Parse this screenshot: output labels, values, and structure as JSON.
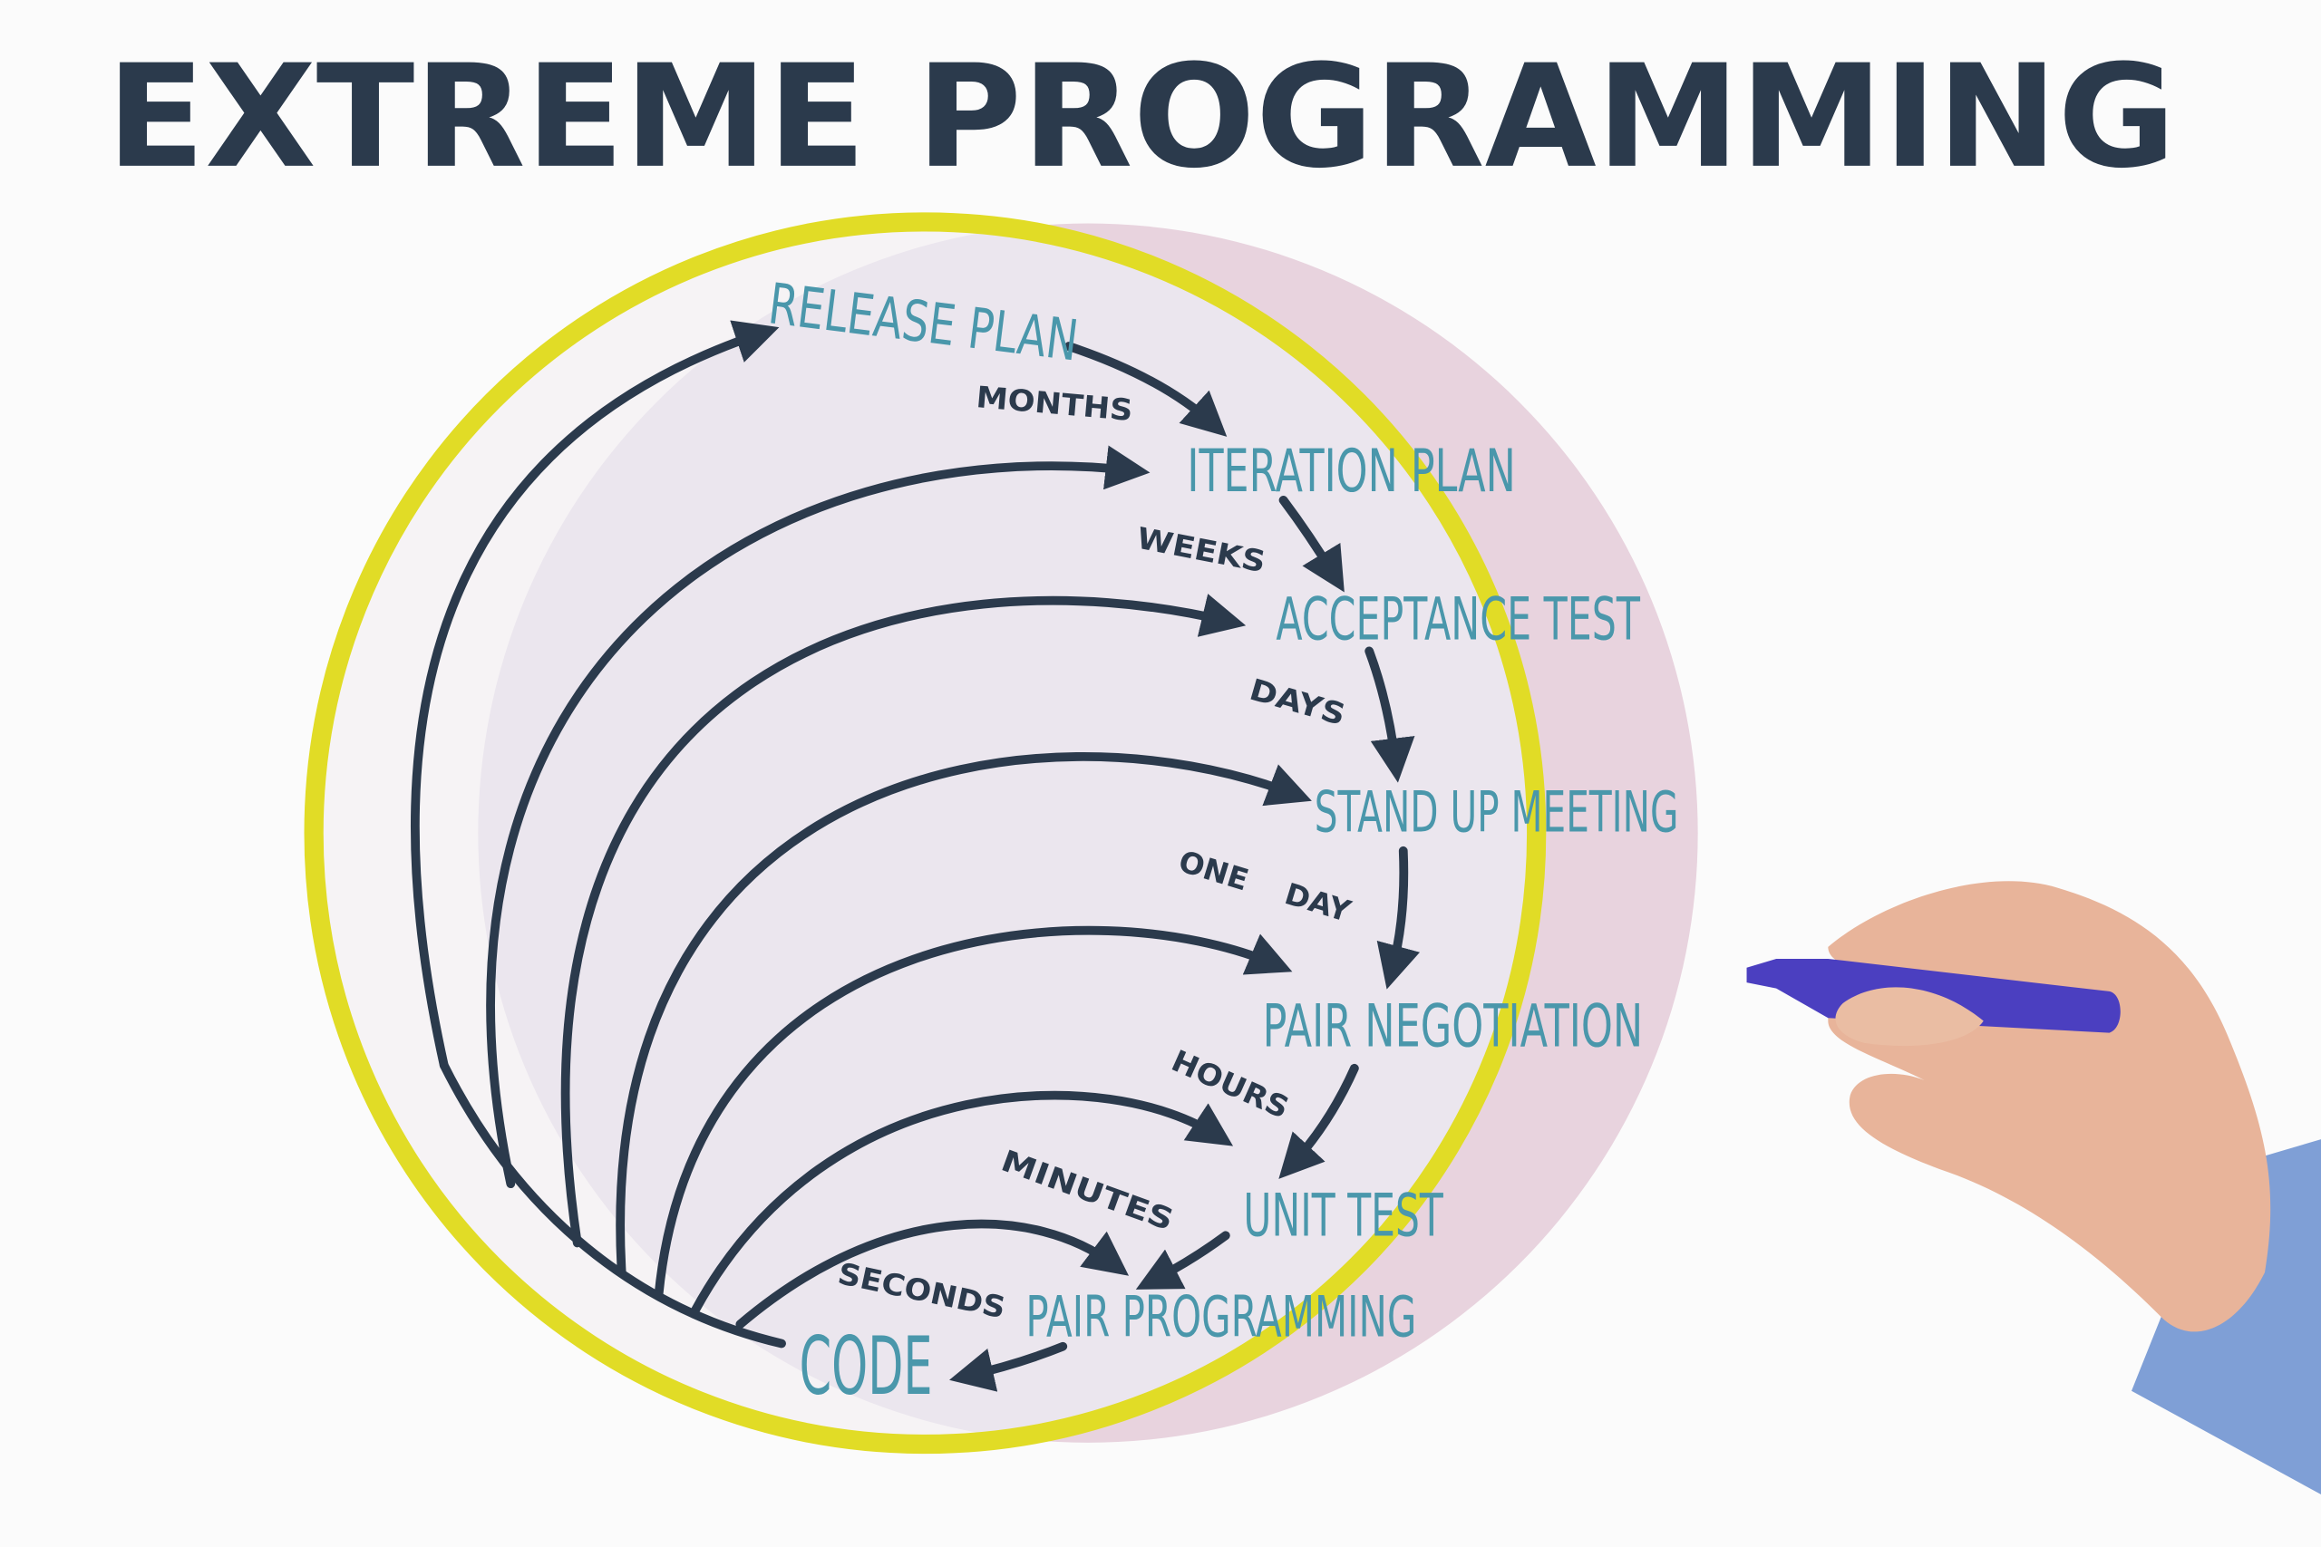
{
  "title": "EXTREME PROGRAMMING",
  "steps": {
    "release_plan": "RELEASE PLAN",
    "iteration_plan": "ITERATION PLAN",
    "acceptance_test": "ACCEPTANCE TEST",
    "stand_up_meeting": "STAND UP MEETING",
    "pair_negotiation": "PAIR NEGOTIATION",
    "unit_test": "UNIT TEST",
    "pair_programming": "PAIR PROGRAMMING",
    "code": "CODE"
  },
  "durations": {
    "months": "MONTHS",
    "weeks": "WEEKS",
    "days": "DAYS",
    "one_day": "ONE DAY",
    "hours": "HOURS",
    "minutes": "MINUTES",
    "seconds": "SECONDS"
  },
  "colors": {
    "title": "#2b3a4c",
    "labels": "#4a97ab",
    "arrows": "#2b3a4c",
    "yellow_ring": "#e1dc26",
    "pink_circle": "#e8d3de",
    "overlap": "#ebe6ee",
    "marker": "#4b3fc0"
  }
}
